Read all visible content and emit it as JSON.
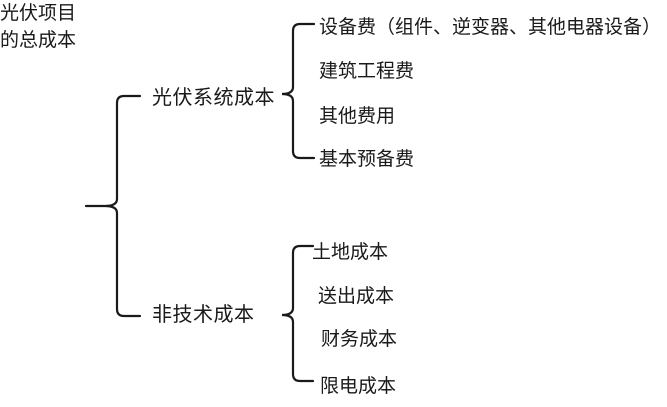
{
  "diagram": {
    "root": {
      "lines": [
        "光伏项目",
        "的总成本"
      ]
    },
    "branches": [
      {
        "label": "光伏系统成本",
        "children": [
          "设备费（组件、逆变器、其他电器设备）",
          "建筑工程费",
          "其他费用",
          "基本预备费"
        ]
      },
      {
        "label": "非技术成本",
        "children": [
          "土地成本",
          "送出成本",
          "财务成本",
          "限电成本"
        ]
      }
    ],
    "colors": {
      "line": "#1a1a1a",
      "text": "#1a1a1a",
      "background": "#ffffff"
    }
  }
}
